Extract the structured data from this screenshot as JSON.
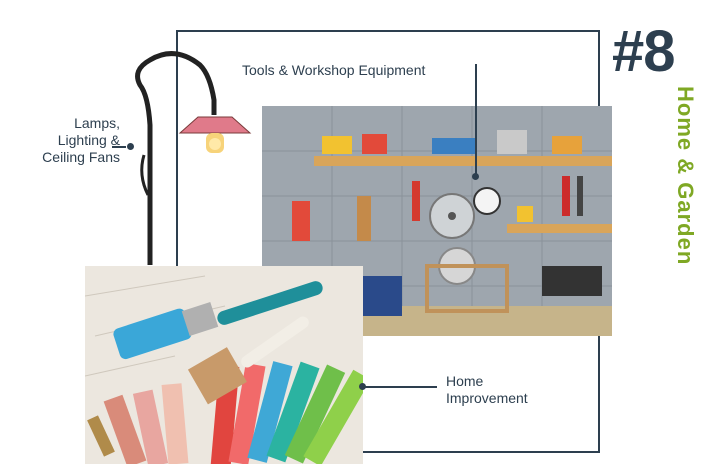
{
  "ranking": {
    "number": "#8",
    "category": "Home & Garden"
  },
  "labels": {
    "lamps": [
      "Lamps,",
      "Lighting &",
      "Ceiling Fans"
    ],
    "tools": "Tools & Workshop Equipment",
    "home": [
      "Home",
      "Improvement"
    ]
  },
  "colors": {
    "navy": "#2d3f4f",
    "green": "#7fa824",
    "lamp_shade": "#e07a8a"
  },
  "images": {
    "lamp": "garden-lamp-post",
    "workshop": "tool-wall-workshop",
    "paint": "paint-brushes-and-swatches"
  }
}
